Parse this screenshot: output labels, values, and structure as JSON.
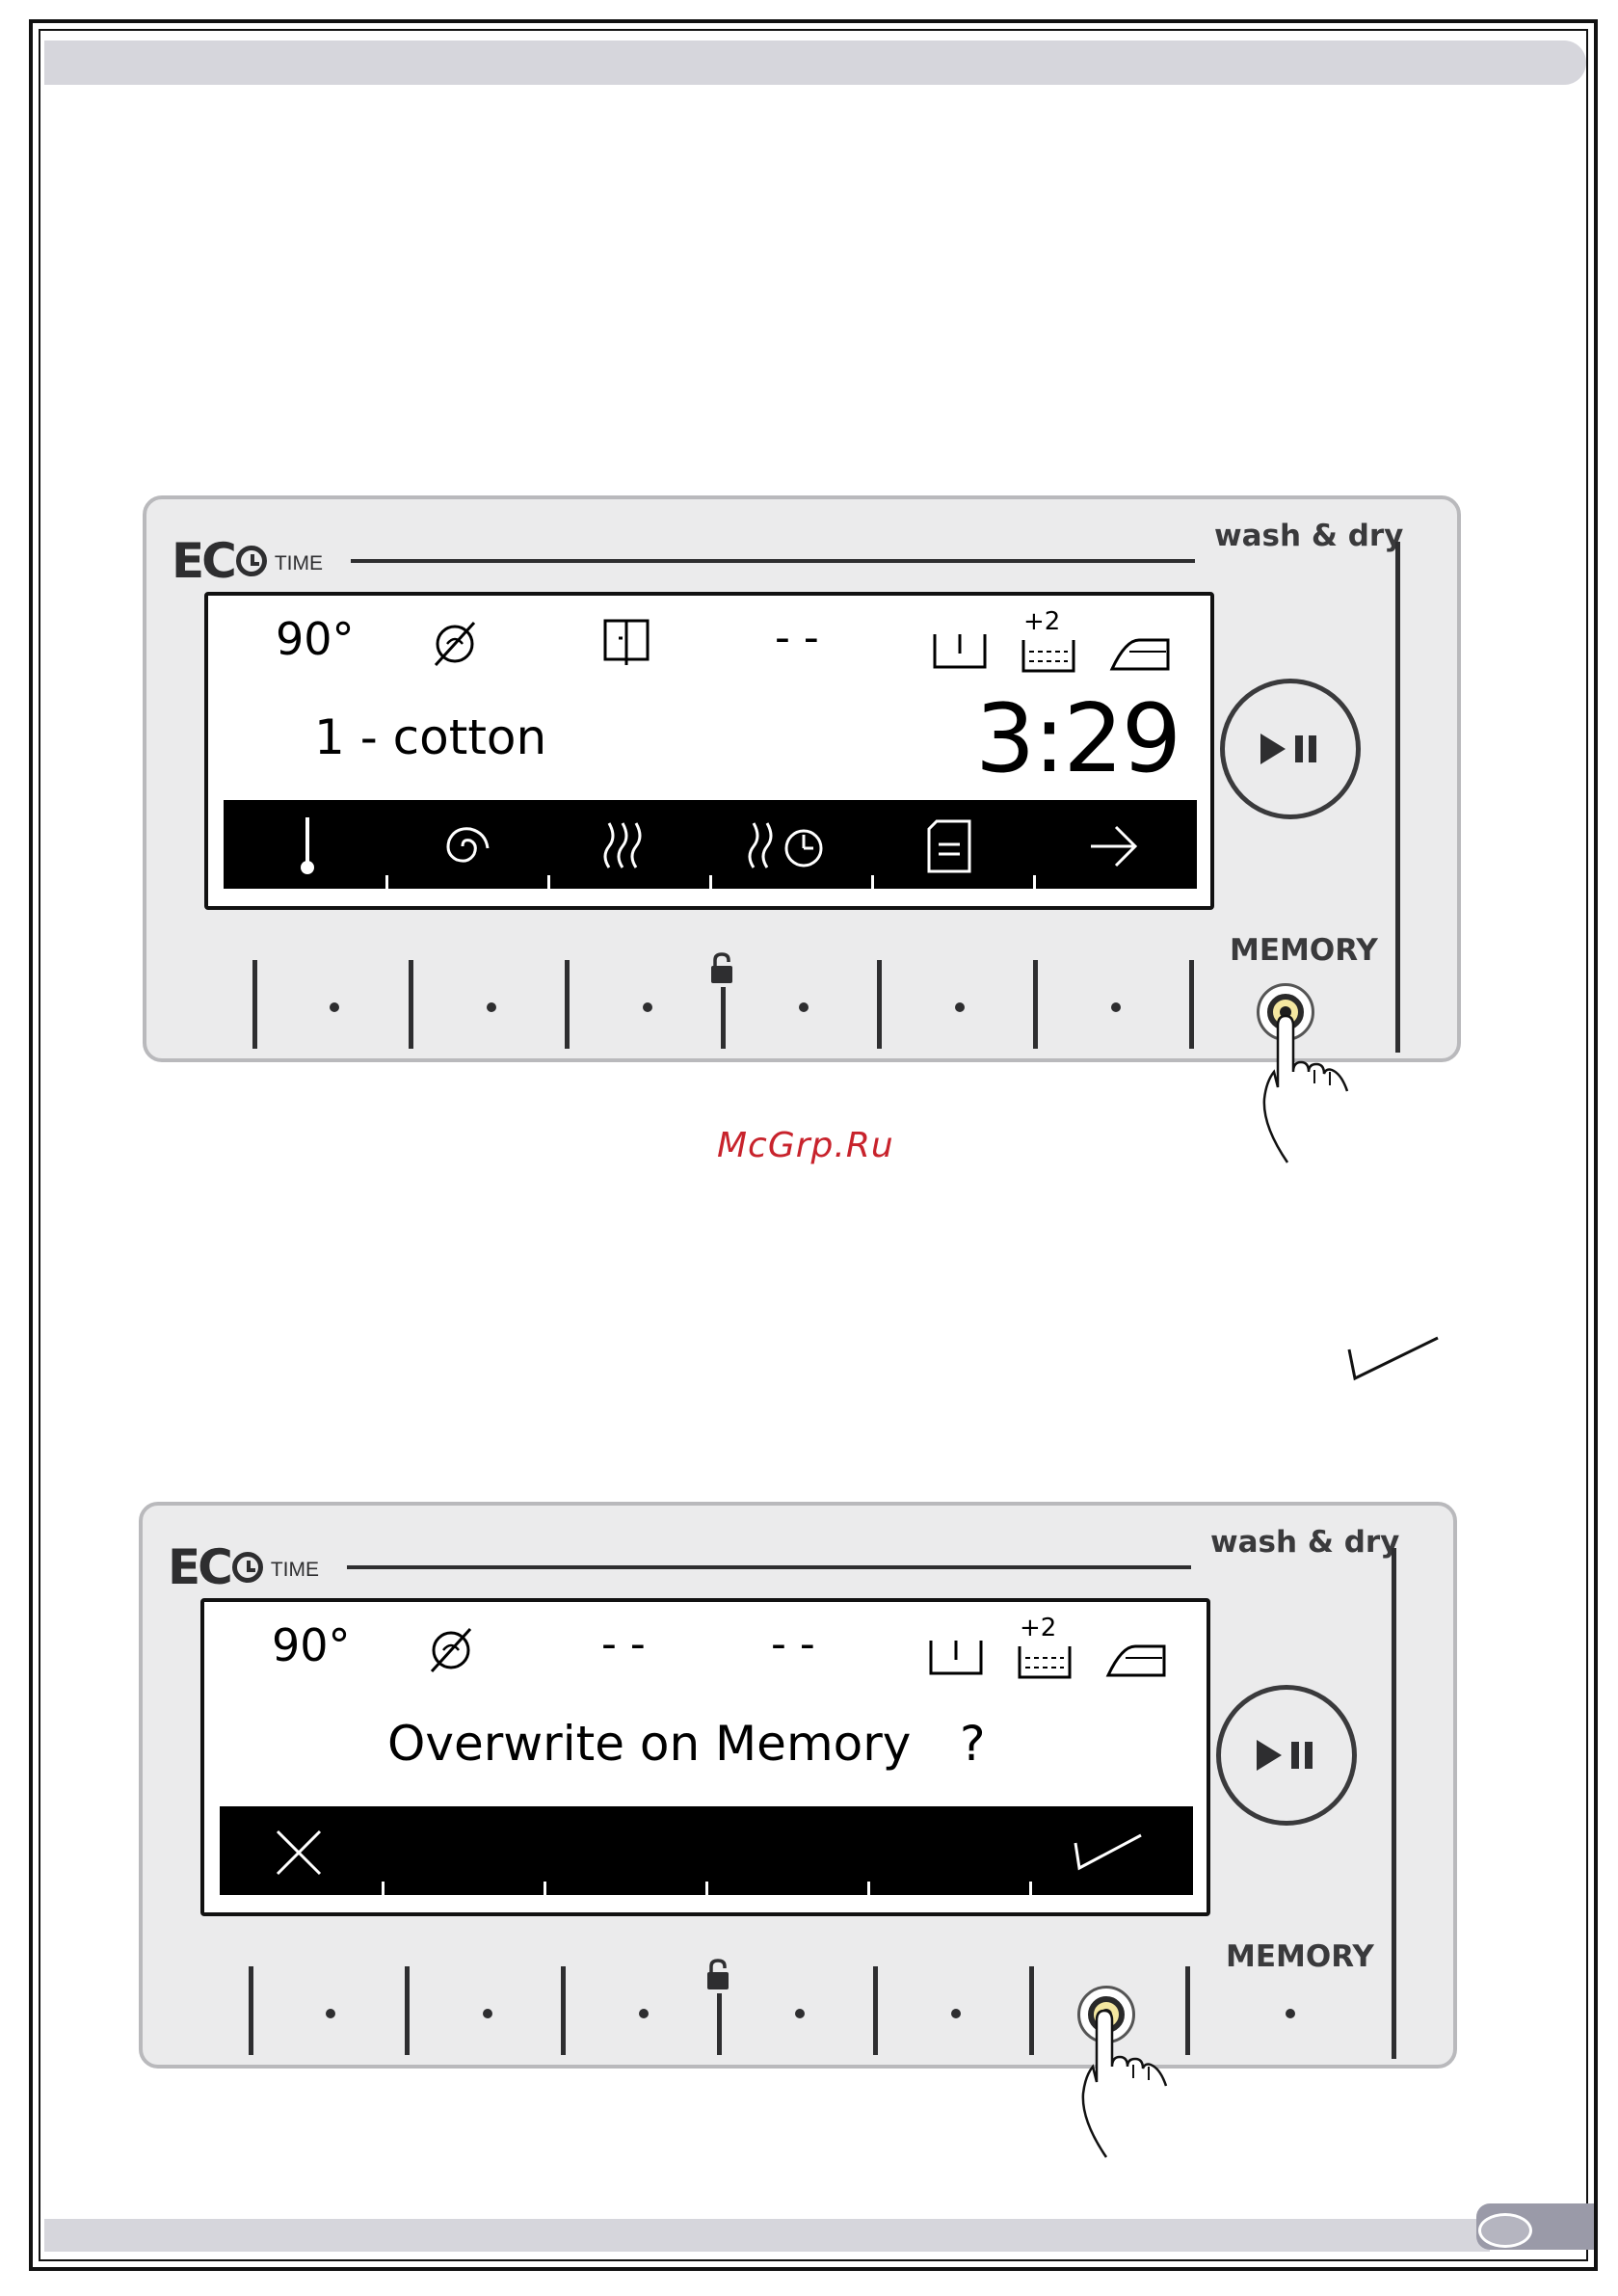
{
  "watermark": "McGrp.Ru",
  "panel_1": {
    "brand": {
      "eco": "EC",
      "time": "TIME"
    },
    "wash_dry": "wash & dry",
    "screen": {
      "temperature": "90°",
      "spin_value": "- -",
      "extra_rinse": "+2",
      "program": "1 - cotton",
      "time_remaining": "3:29"
    },
    "bar_icons": [
      "thermometer-icon",
      "spin-spiral-icon",
      "dry-heat-icon",
      "dry-timer-icon",
      "document-icon",
      "arrow-right-icon"
    ],
    "memory_label": "MEMORY"
  },
  "standalone_check_icon": "check-icon",
  "panel_2": {
    "brand": {
      "eco": "EC",
      "time": "TIME"
    },
    "wash_dry": "wash & dry",
    "screen": {
      "temperature": "90°",
      "spin_value": "- -",
      "dry_value": "- -",
      "extra_rinse": "+2",
      "prompt": "Overwrite on Memory",
      "prompt_mark": "?"
    },
    "bar_icons": [
      "cancel-x-icon",
      "confirm-check-icon"
    ],
    "memory_label": "MEMORY"
  },
  "colors": {
    "panel_bg": "#ebebec",
    "band": "#d6d6dc",
    "watermark": "#c8232c"
  }
}
